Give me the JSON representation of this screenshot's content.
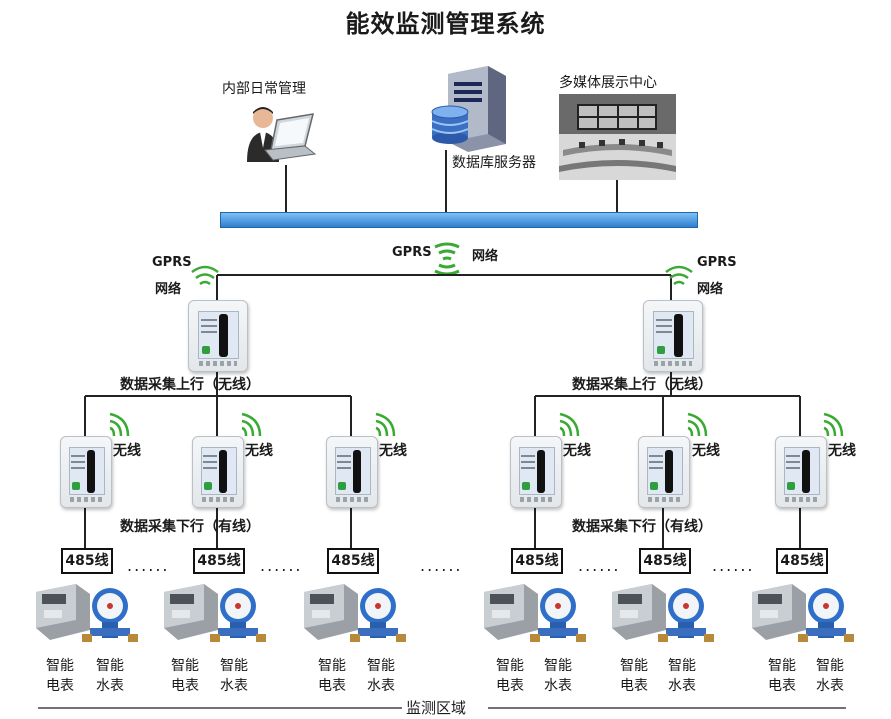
{
  "title": "能效监测管理系统",
  "top_nodes": {
    "internal_mgmt": "内部日常管理",
    "database_server": "数据库服务器",
    "media_center": "多媒体展示中心"
  },
  "network": {
    "gprs": "GPRS",
    "network": "网络"
  },
  "uplink_label": "数据采集上行（无线）",
  "downlink_label": "数据采集下行（有线）",
  "wireless_label": "无线",
  "bus_label": "485线",
  "ellipsis": "......",
  "meters": {
    "electric_line1": "智能",
    "electric_line2": "电表",
    "water_line1": "智能",
    "water_line2": "水表"
  },
  "zone_label": "监测区域",
  "icons": [
    "person-laptop-icon",
    "database-server-icon",
    "control-room-photo",
    "wifi-signal-icon",
    "data-collector-device",
    "electric-meter-icon",
    "water-meter-icon"
  ],
  "colors": {
    "backbone": "#4a9be0",
    "signal": "#3aaa35",
    "line": "#222222"
  }
}
